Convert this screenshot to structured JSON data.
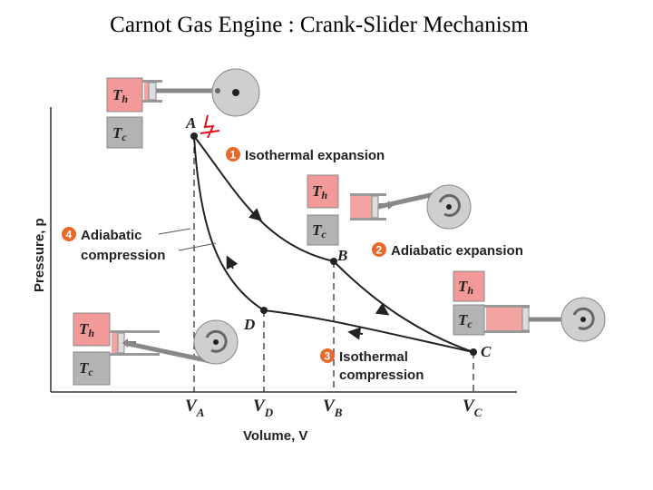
{
  "title": "Carnot Gas Engine : Crank-Slider Mechanism",
  "axes": {
    "y_label": "Pressure, p",
    "x_label": "Volume, V",
    "ticks": [
      {
        "v": "V",
        "sub": "A"
      },
      {
        "v": "V",
        "sub": "D"
      },
      {
        "v": "V",
        "sub": "B"
      },
      {
        "v": "V",
        "sub": "C"
      }
    ]
  },
  "points": {
    "a": "A",
    "b": "B",
    "c": "C",
    "d": "D"
  },
  "processes": {
    "p1": {
      "num": "1",
      "line1": "Isothermal expansion"
    },
    "p2": {
      "num": "2",
      "line1": "Adiabatic expansion"
    },
    "p3": {
      "num": "3",
      "line1": "Isothermal",
      "line2": "compression"
    },
    "p4": {
      "num": "4",
      "line1": "Adiabatic",
      "line2": "compression"
    }
  },
  "reservoirs": {
    "hot": {
      "sym": "T",
      "sub": "h"
    },
    "cold": {
      "sym": "T",
      "sub": "c"
    }
  },
  "annotation": "1",
  "colors": {
    "hot_reservoir": "#f29a9a",
    "cold_reservoir": "#b3b3b3",
    "badge": "#e8692a",
    "gas": "#f4a3a3",
    "wheel": "#cfcfcf",
    "annotation": "#e0101a"
  }
}
